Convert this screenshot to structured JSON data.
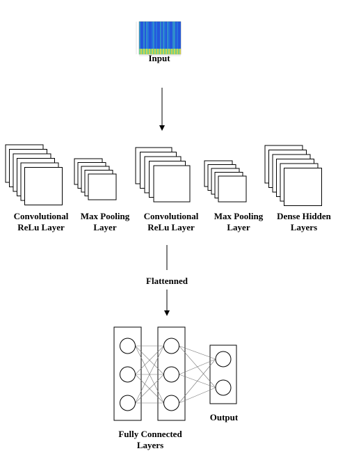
{
  "input": {
    "label": "Input",
    "spectrogram_colors": [
      "#2a3bd0",
      "#1f6fe6",
      "#21a3e8",
      "#34d1c9",
      "#7fe07a",
      "#e9e33a"
    ]
  },
  "arrows": {
    "flatten_label": "Flattenned"
  },
  "layers": [
    {
      "id": "conv1",
      "line1": "Convolutional",
      "line2": "ReLu Layer",
      "stack_count": 6
    },
    {
      "id": "pool1",
      "line1": "Max Pooling",
      "line2": "Layer",
      "stack_count": 5
    },
    {
      "id": "conv2",
      "line1": "Convolutional",
      "line2": "ReLu Layer",
      "stack_count": 5
    },
    {
      "id": "pool2",
      "line1": "Max Pooling",
      "line2": "Layer",
      "stack_count": 5
    },
    {
      "id": "dense",
      "line1": "Dense Hidden",
      "line2": "Layers",
      "stack_count": 6
    }
  ],
  "fully_connected": {
    "label_line1": "Fully Connected",
    "label_line2": "Layers",
    "hidden_nodes_per_layer": 3,
    "output_nodes": 2,
    "output_label": "Output"
  }
}
